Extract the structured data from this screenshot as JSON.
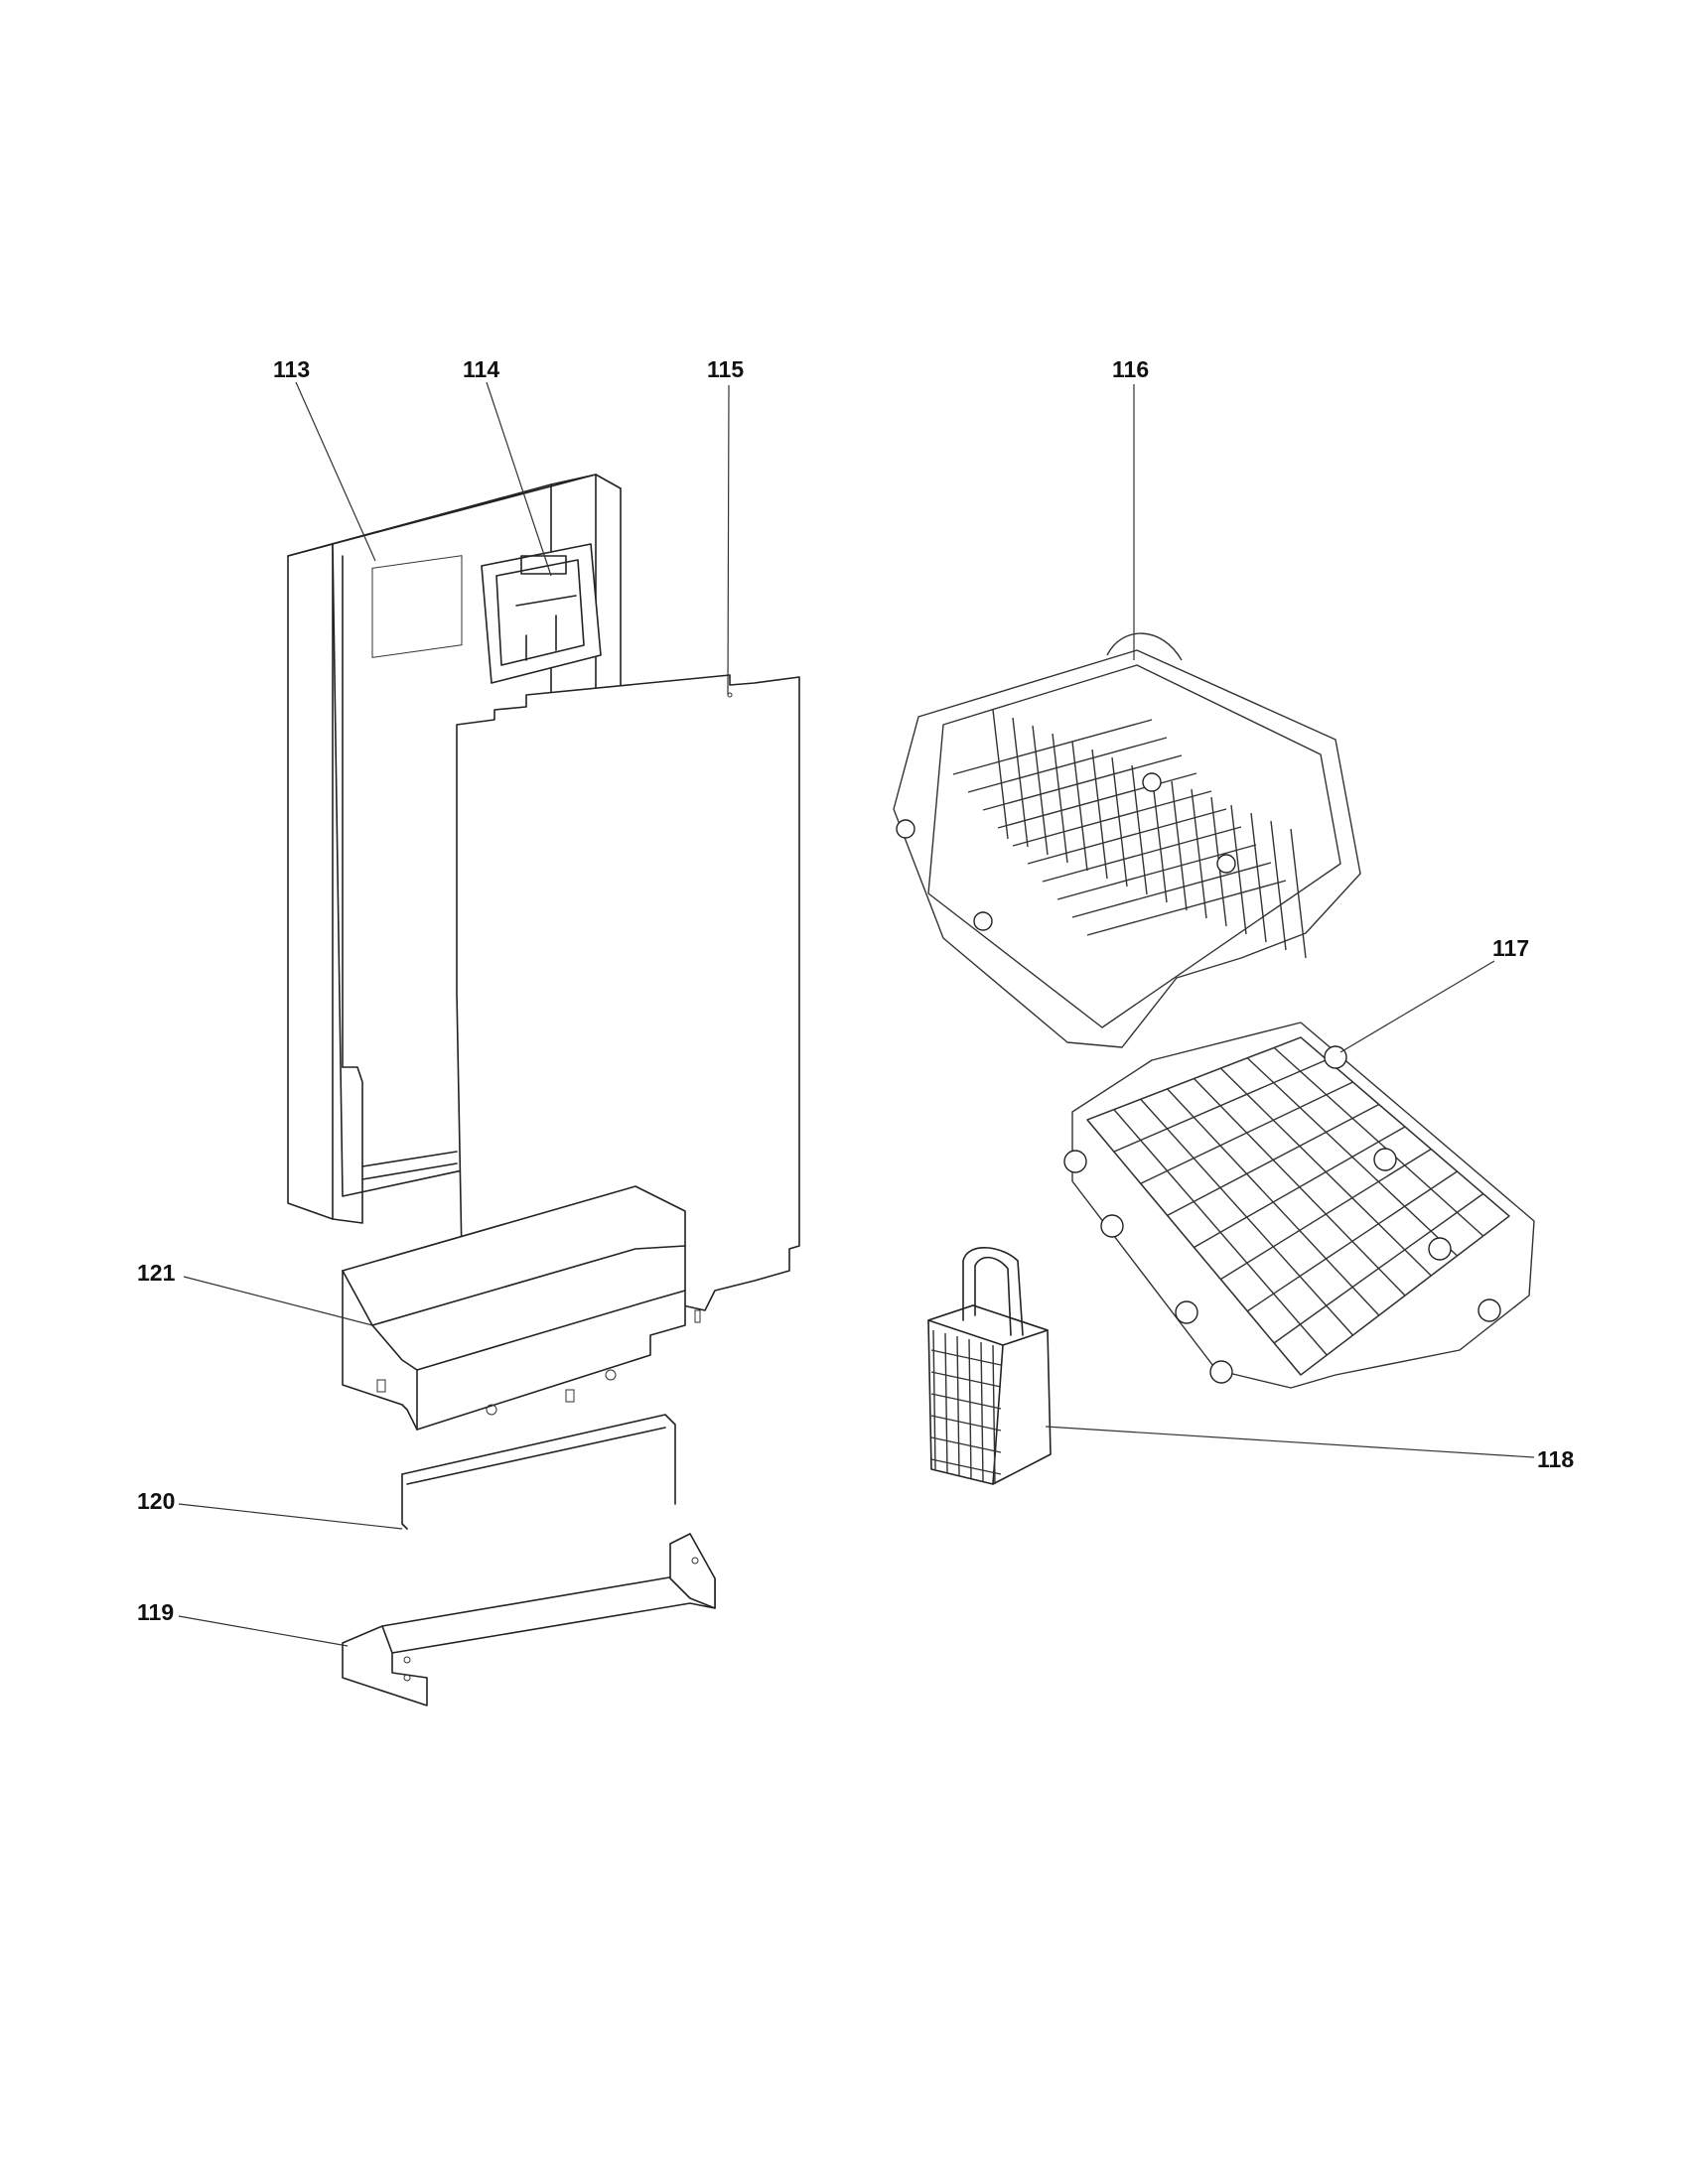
{
  "labels": {
    "p113": "113",
    "p114": "114",
    "p115": "115",
    "p116": "116",
    "p117": "117",
    "p118": "118",
    "p119": "119",
    "p120": "120",
    "p121": "121"
  }
}
